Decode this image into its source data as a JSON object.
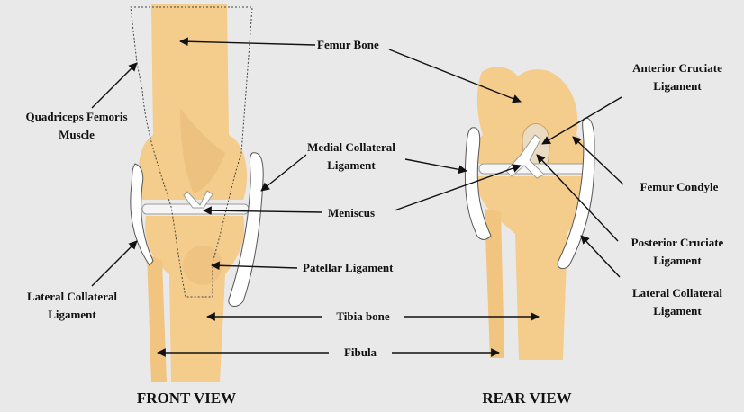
{
  "colors": {
    "background": "#e9e9e9",
    "bone": "#f4cc8c",
    "bone_shade": "#e8b874",
    "ligament": "#ffffff",
    "outline": "#333333",
    "arrow": "#111111"
  },
  "views": {
    "front": "FRONT VIEW",
    "rear": "REAR VIEW"
  },
  "labels": {
    "femur_bone": "Femur Bone",
    "quadriceps_line1": "Quadriceps Femoris",
    "quadriceps_line2": "Muscle",
    "medial_collateral_line1": "Medial Collateral",
    "medial_collateral_line2": "Ligament",
    "meniscus": "Meniscus",
    "patellar_ligament": "Patellar Ligament",
    "lateral_collateral_left_line1": "Lateral Collateral",
    "lateral_collateral_left_line2": "Ligament",
    "tibia_bone": "Tibia bone",
    "fibula": "Fibula",
    "anterior_cruciate_line1": "Anterior Cruciate",
    "anterior_cruciate_line2": "Ligament",
    "femur_condyle": "Femur Condyle",
    "posterior_cruciate_line1": "Posterior Cruciate",
    "posterior_cruciate_line2": "Ligament",
    "lateral_collateral_right_line1": "Lateral Collateral",
    "lateral_collateral_right_line2": "Ligament"
  }
}
